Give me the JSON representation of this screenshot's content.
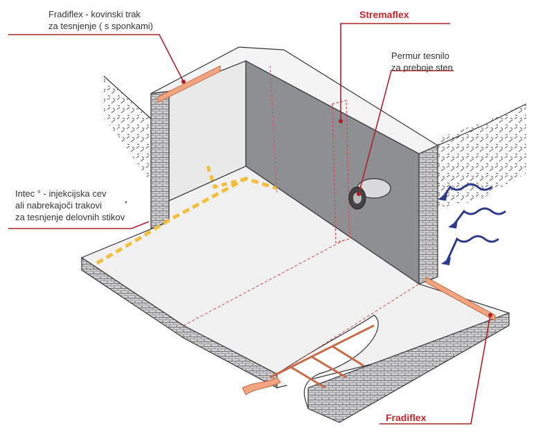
{
  "labels": {
    "fradiflex_top_line1": "Fradiflex - kovinski trak",
    "fradiflex_top_line2": "za tesnjenje ( s sponkami)",
    "stremaflex": "Stremaflex",
    "permur_line1": "Permur tesnilo",
    "permur_line2": "za preboje sten",
    "intec_line1": "Intec ° - injekcijska cev",
    "intec_line2": "ali nabrekajoči trakovi",
    "intec_star": "*",
    "intec_line3": "za tesnjenje delovnih stikov",
    "fradiflex_bottom": "Fradiflex"
  },
  "colors": {
    "leader": "#b01e2a",
    "label_accent": "#c1272d",
    "text": "#333333",
    "wall_face": "#8e8f93",
    "wall_light": "#e9e9ea",
    "slab_top": "#f1f1f1",
    "hatch": "#6f6f6f",
    "tape": "#f0a480",
    "tape_edge": "#c76a45",
    "injection_hose": "#f3bf3e",
    "water_arrow": "#2d3a8c",
    "dashed": "#d64a4a"
  }
}
